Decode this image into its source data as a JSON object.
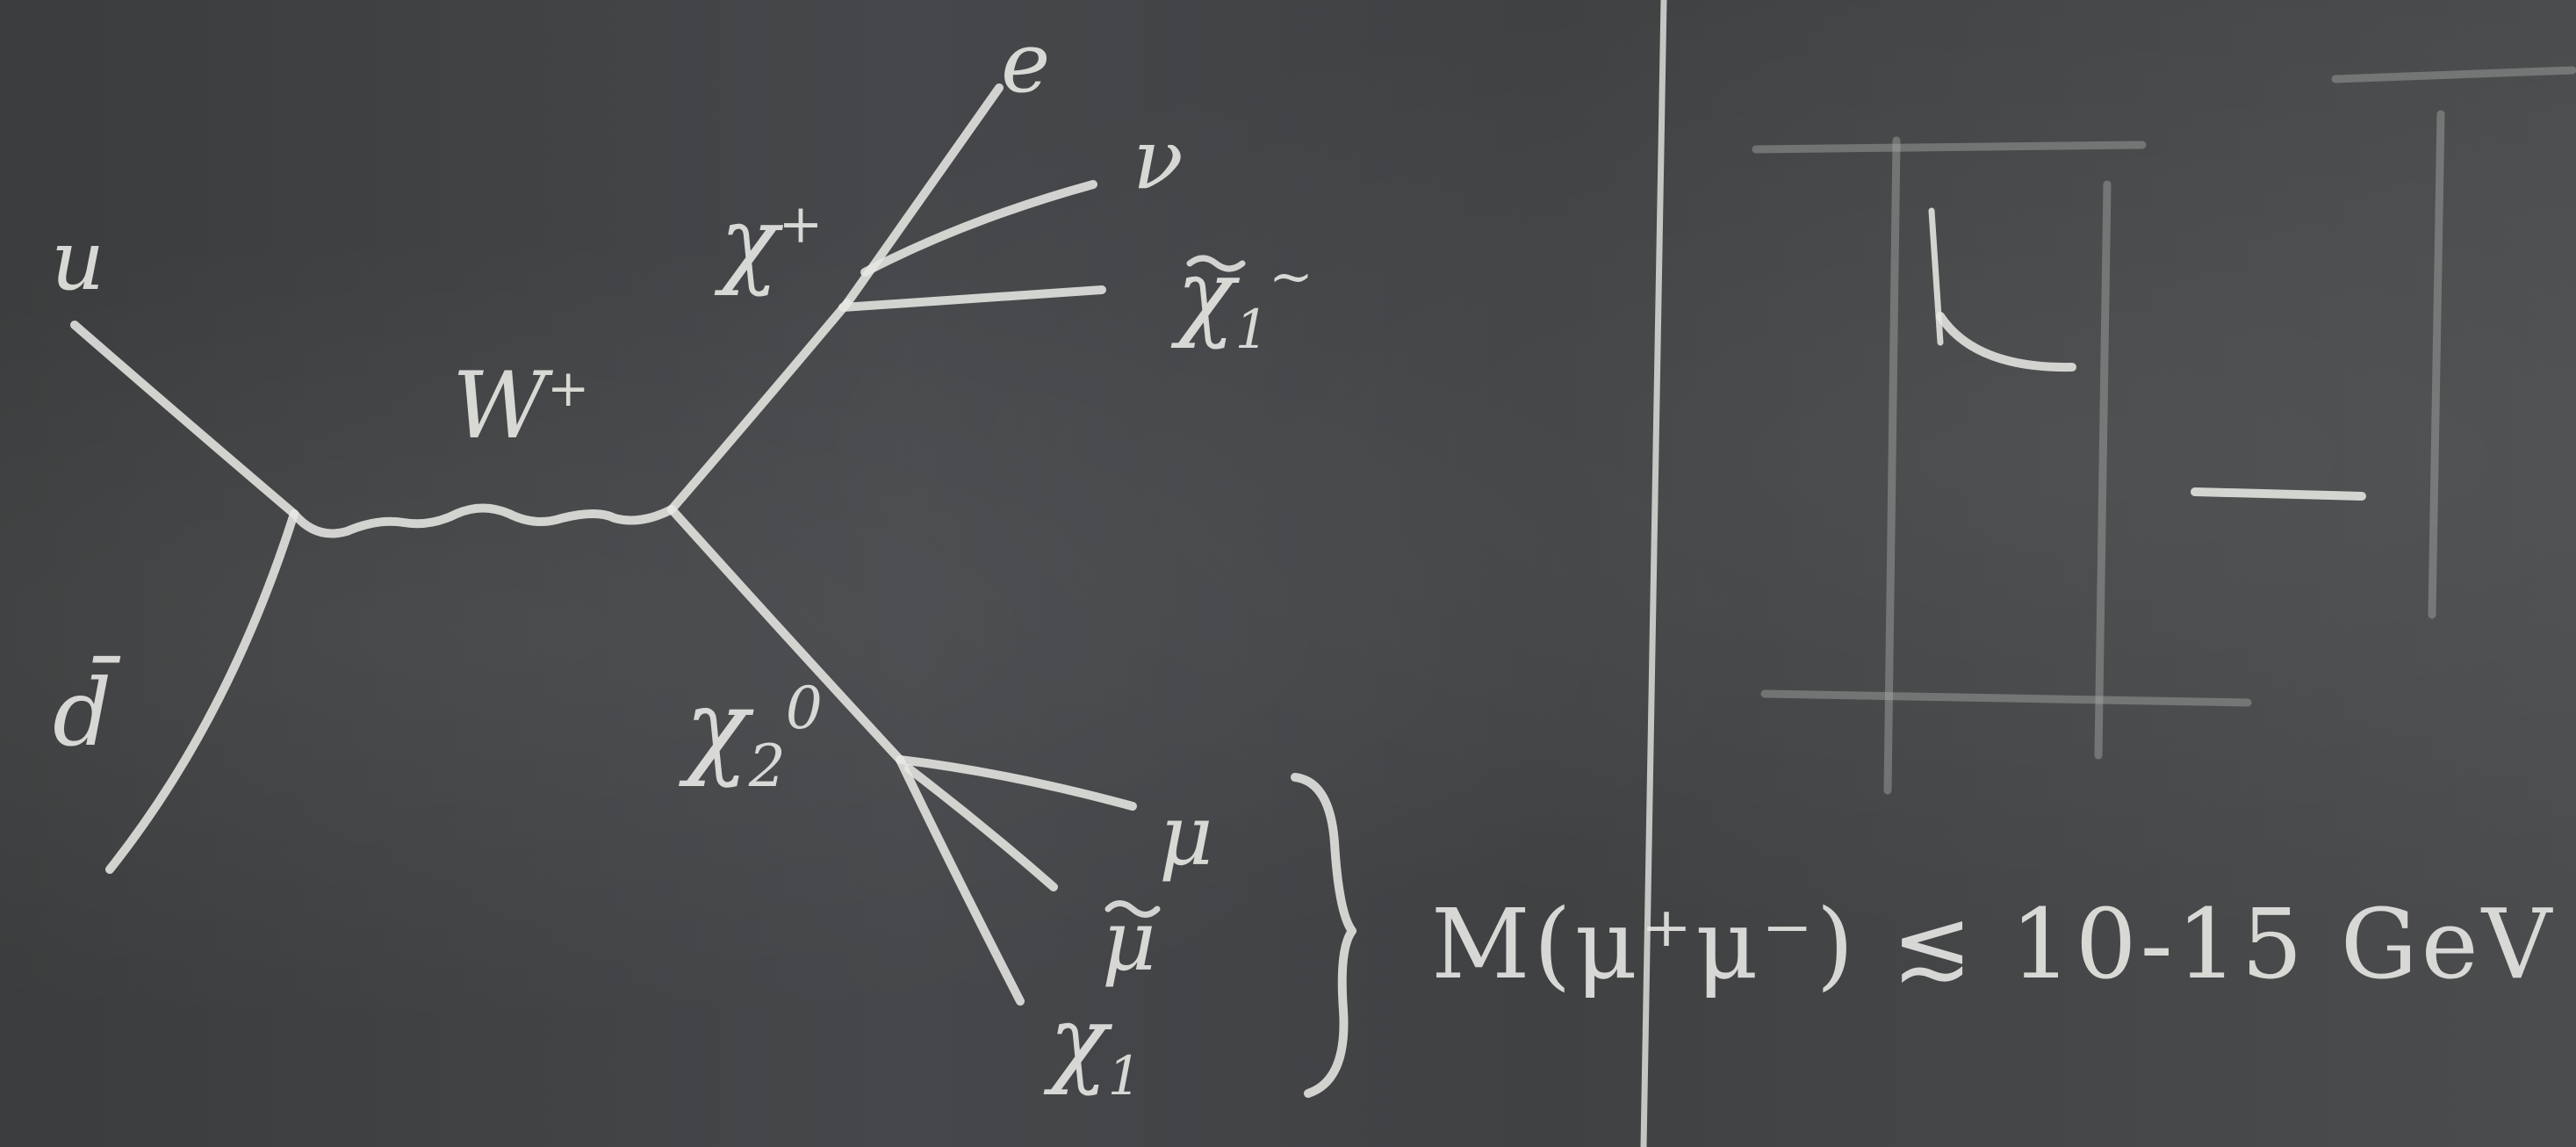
{
  "diagram": {
    "labels": {
      "u": "u",
      "dbar": "d̄",
      "w": "W",
      "w_charge": "+",
      "chi1": "χ",
      "chi1_charge": "+",
      "e": "e",
      "nu": "ν",
      "chi1_neutral": "χ",
      "chi1_neutral_sub": "1",
      "chi1_neutral_sup": "~",
      "chi2": "χ",
      "chi2_sub": "2",
      "chi2_sup": "0",
      "mu_plus": "μ",
      "mu_minus": "μ",
      "chi3": "χ",
      "chi3_sub": "1"
    },
    "mass_expression": "M(μ⁺μ⁻) ≲ 10-15 GeV"
  }
}
